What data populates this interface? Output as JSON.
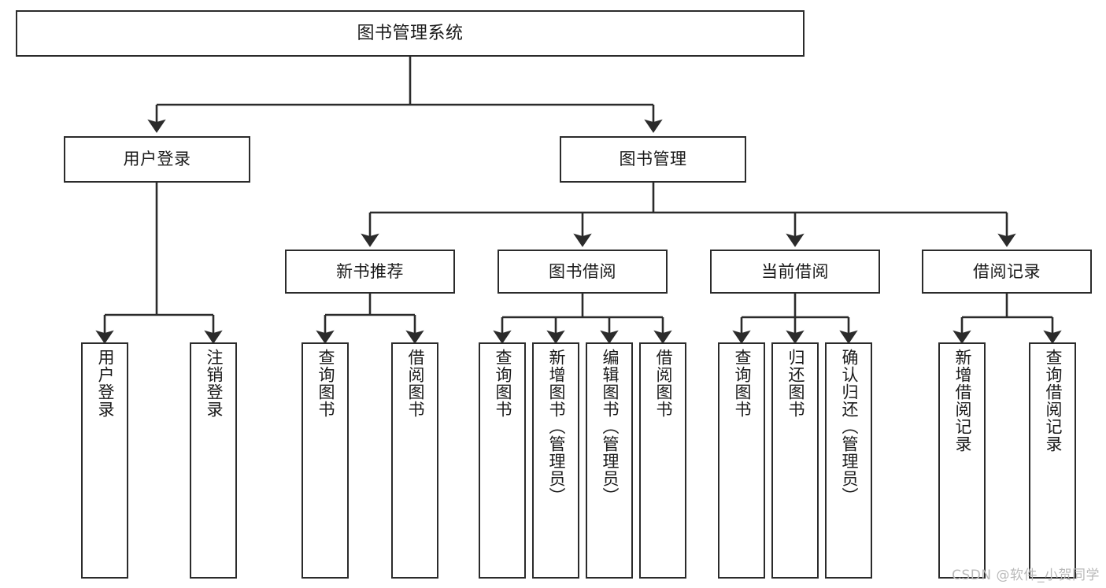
{
  "diagram": {
    "type": "hierarchy-tree",
    "title": "图书管理系统",
    "watermark": "CSDN @软件_小贺同学",
    "colors": {
      "stroke": "#2b2b2b",
      "fill": "#ffffff",
      "text": "#1a1a1a",
      "watermark": "#b9b9b9"
    },
    "nodes": {
      "root": {
        "label": "图书管理系统"
      },
      "level2": [
        {
          "label": "用户登录"
        },
        {
          "label": "图书管理"
        }
      ],
      "level3": [
        {
          "label": "新书推荐"
        },
        {
          "label": "图书借阅"
        },
        {
          "label": "当前借阅"
        },
        {
          "label": "借阅记录"
        }
      ],
      "leaves": {
        "user_login": [
          {
            "label": "用户登录"
          },
          {
            "label": "注销登录"
          }
        ],
        "new_book": [
          {
            "label": "查询图书"
          },
          {
            "label": "借阅图书"
          }
        ],
        "book_borrow": [
          {
            "label": "查询图书"
          },
          {
            "label": "新增图书（管理员）"
          },
          {
            "label": "编辑图书（管理员）"
          },
          {
            "label": "借阅图书"
          }
        ],
        "current_borrow": [
          {
            "label": "查询图书"
          },
          {
            "label": "归还图书"
          },
          {
            "label": "确认归还（管理员）"
          }
        ],
        "borrow_record": [
          {
            "label": "新增借阅记录"
          },
          {
            "label": "查询借阅记录"
          }
        ]
      }
    }
  }
}
